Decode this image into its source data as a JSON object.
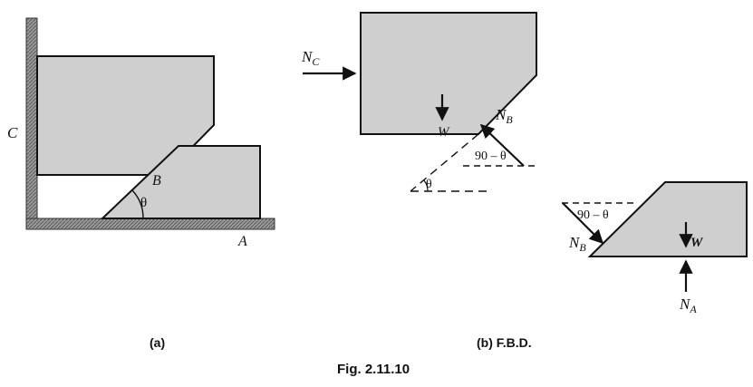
{
  "figure": {
    "caption": "Fig. 2.11.10",
    "part_a": {
      "caption": "(a)",
      "labels": {
        "C": "C",
        "B": "B",
        "A": "A",
        "theta": "θ"
      }
    },
    "part_b": {
      "caption": "(b) F.B.D.",
      "upper_block": {
        "NC": "N",
        "NC_sub": "C",
        "W": "W",
        "NB": "N",
        "NB_sub": "B",
        "angle_label": "90 – θ",
        "theta": "θ"
      },
      "lower_block": {
        "angle_label": "90 – θ",
        "NB": "N",
        "NB_sub": "B",
        "W": "W",
        "NA": "N",
        "NA_sub": "A"
      }
    }
  },
  "colors": {
    "block_fill": "#cfcfcf",
    "ink": "#111111",
    "wall": "#7a7a7a"
  }
}
